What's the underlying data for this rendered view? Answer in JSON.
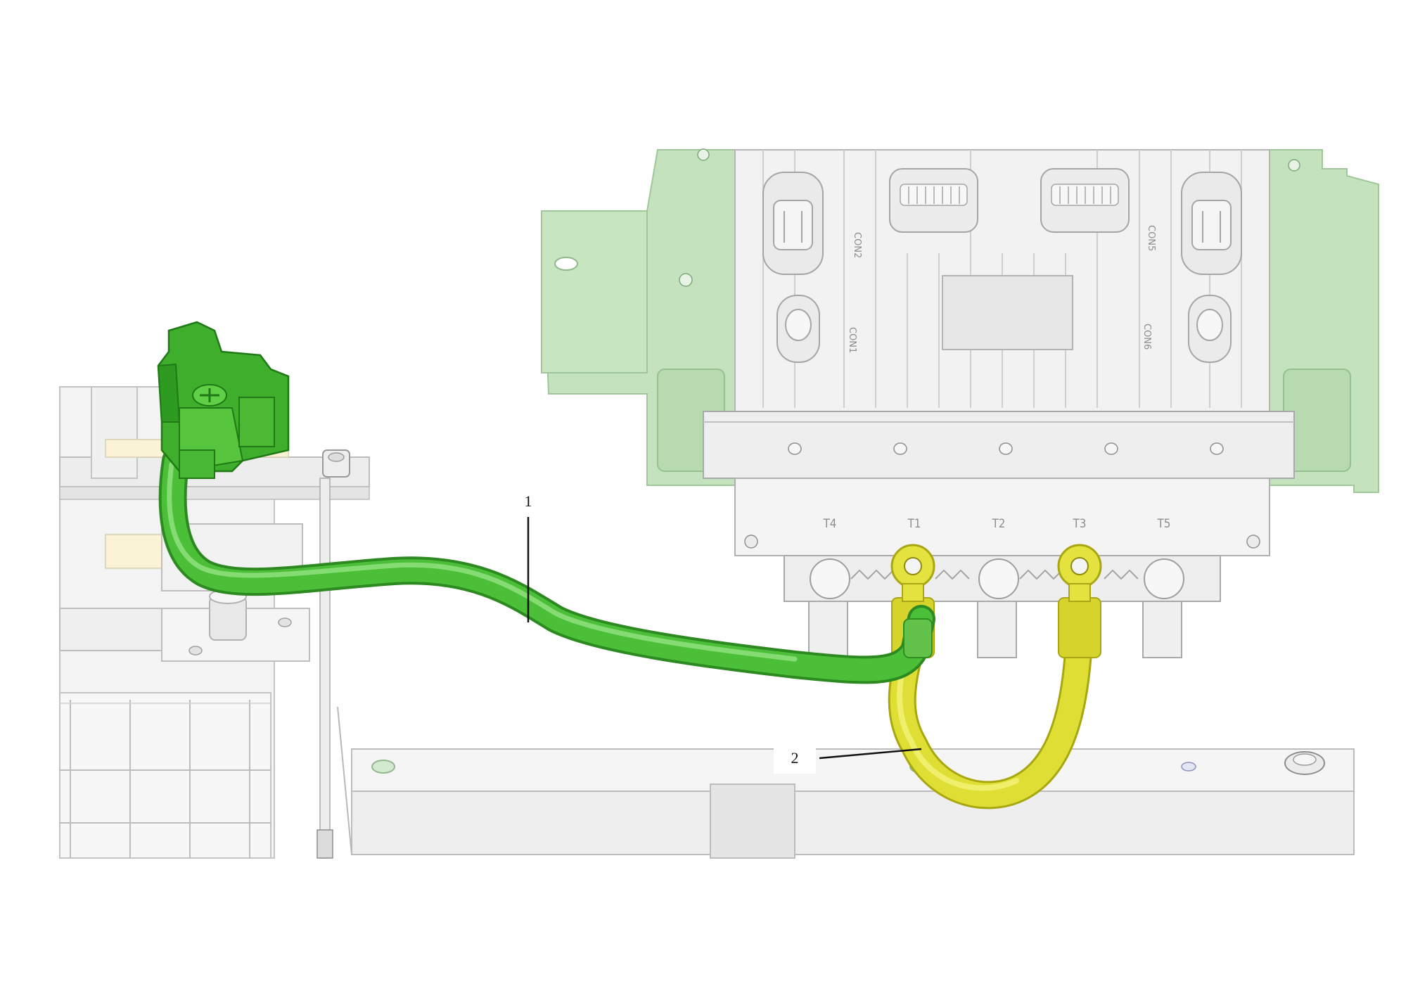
{
  "colors": {
    "bracket": "#c3e2bd",
    "bracket_stroke": "#9fc79a",
    "frame": "#ececec",
    "frame_stroke": "#b9bcb9",
    "green_cable": "#4fc23c",
    "green_cable_dark": "#2f9a25",
    "yellow_cable": "#e2e23c",
    "yellow_cable_dark": "#c5c31f",
    "clip_green": "#3fae2c"
  },
  "controller": {
    "terminals": [
      "T4",
      "T1",
      "T2",
      "T3",
      "T5"
    ],
    "connectors": {
      "con1": "CON1",
      "con2": "CON2",
      "con5": "CON5",
      "con6": "CON6"
    }
  },
  "callouts": {
    "c1": "1",
    "c2": "2"
  },
  "icons": [
    "bolt-head-icon",
    "screw-head-icon",
    "ring-terminal-icon"
  ]
}
